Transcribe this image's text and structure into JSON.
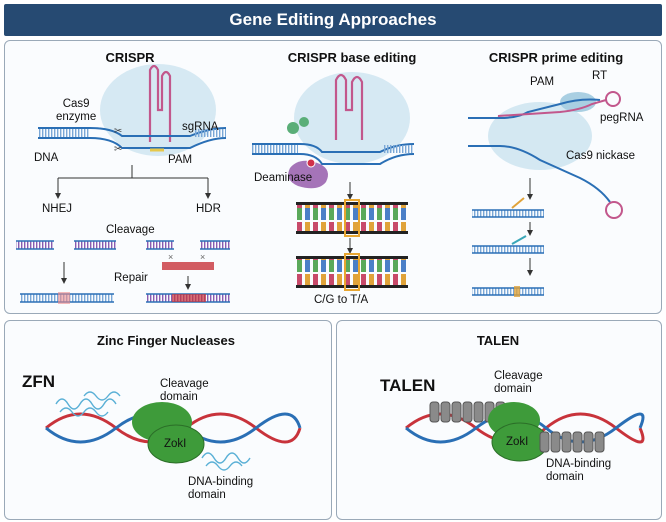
{
  "header": {
    "title": "Gene Editing Approaches"
  },
  "crispr": {
    "title": "CRISPR",
    "enzyme_line1": "Cas9",
    "enzyme_line2": "enzyme",
    "sgrna": "sgRNA",
    "dna": "DNA",
    "pam": "PAM",
    "nhej": "NHEJ",
    "hdr": "HDR",
    "cleavage": "Cleavage",
    "repair": "Repair"
  },
  "base_editing": {
    "title": "CRISPR base editing",
    "deaminase": "Deaminase",
    "conversion": "C/G to T/A"
  },
  "prime_editing": {
    "title": "CRISPR prime editing",
    "pam": "PAM",
    "rt": "RT",
    "pegrna": "pegRNA",
    "nickase": "Cas9 nickase"
  },
  "zfn": {
    "title": "Zinc Finger Nucleases",
    "abbr": "ZFN",
    "cleavage_line1": "Cleavage",
    "cleavage_line2": "domain",
    "binding_line1": "DNA-binding",
    "binding_line2": "domain",
    "enzyme": "ZokI"
  },
  "talen": {
    "title": "TALEN",
    "abbr": "TALEN",
    "cleavage_line1": "Cleavage",
    "cleavage_line2": "domain",
    "binding_line1": "DNA-binding",
    "binding_line2": "domain",
    "enzyme": "ZokI"
  },
  "colors": {
    "banner": "#264a72",
    "dna_blue": "#2a6fb5",
    "dna_red": "#c8333b",
    "rna_pink": "#c2578c",
    "protein_green": "#3e9b3a",
    "cas_blue": "#bcd9ea",
    "deaminase_purple": "#a574b8"
  }
}
